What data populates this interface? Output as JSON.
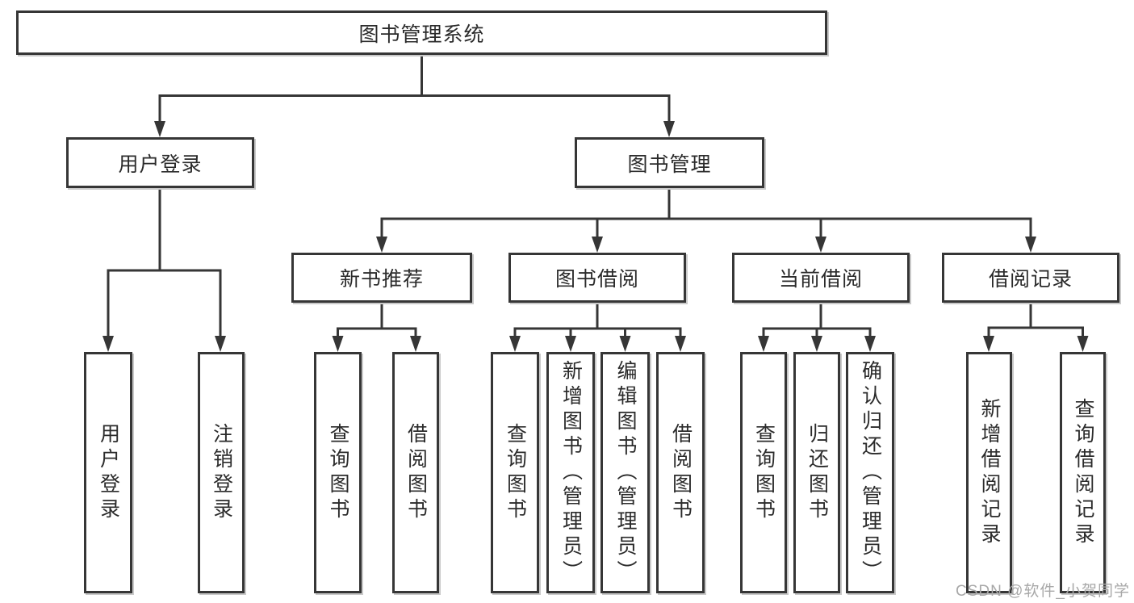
{
  "diagram": {
    "root": {
      "label": "图书管理系统"
    },
    "level2": [
      {
        "label": "用户登录"
      },
      {
        "label": "图书管理"
      }
    ],
    "level3": [
      {
        "label": "新书推荐"
      },
      {
        "label": "图书借阅"
      },
      {
        "label": "当前借阅"
      },
      {
        "label": "借阅记录"
      }
    ],
    "leaves": {
      "user_login": [
        "用户登录",
        "注销登录"
      ],
      "new_book": [
        "查询图书",
        "借阅图书"
      ],
      "book_borrow": [
        "查询图书",
        "新增图书（管理员）",
        "编辑图书（管理员）",
        "借阅图书"
      ],
      "current_borrow": [
        "查询图书",
        "归还图书",
        "确认归还（管理员）"
      ],
      "borrow_record": [
        "新增借阅记录",
        "查询借阅记录"
      ]
    }
  },
  "watermark": {
    "text": "CSDN @软件_小贺同学"
  },
  "colors": {
    "line": "#363636",
    "text": "#2b2b2b",
    "background": "#ffffff",
    "watermark": "#a8a8a8"
  }
}
